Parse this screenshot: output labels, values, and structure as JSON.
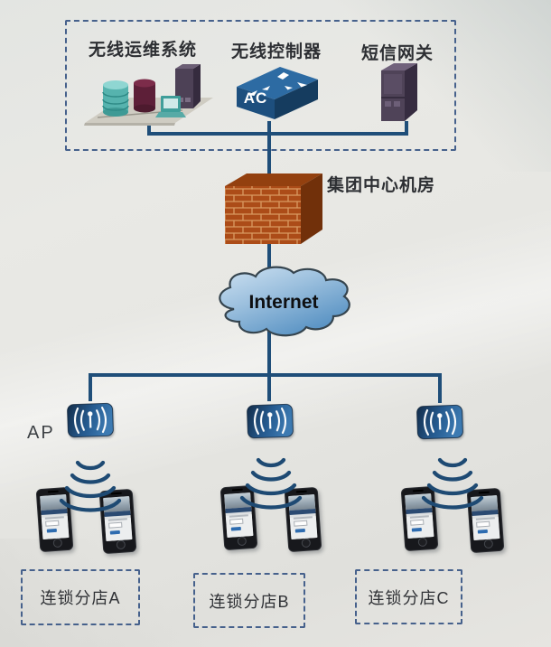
{
  "diagram": {
    "headquarters": {
      "systems": [
        {
          "label": "无线运维系统",
          "icon": "ops-server-platform-icon"
        },
        {
          "label": "无线控制器",
          "device_label": "AC",
          "icon": "wireless-controller-switch-icon"
        },
        {
          "label": "短信网关",
          "icon": "sms-gateway-server-icon"
        }
      ]
    },
    "datacenter": {
      "label": "集团中心机房",
      "icon": "firewall-brick-icon"
    },
    "internet": {
      "label": "Internet",
      "icon": "internet-cloud-icon"
    },
    "access_points": {
      "label": "AP",
      "icon": "wireless-ap-icon"
    },
    "branches": [
      {
        "label": "连锁分店A"
      },
      {
        "label": "连锁分店B"
      },
      {
        "label": "连锁分店C"
      }
    ],
    "colors": {
      "link_line": "#1f4e79",
      "dashed_border": "#46618c",
      "cloud_fill": "#5590c2",
      "brick": "#ac4c18",
      "label_text": "#2d2f33"
    }
  }
}
